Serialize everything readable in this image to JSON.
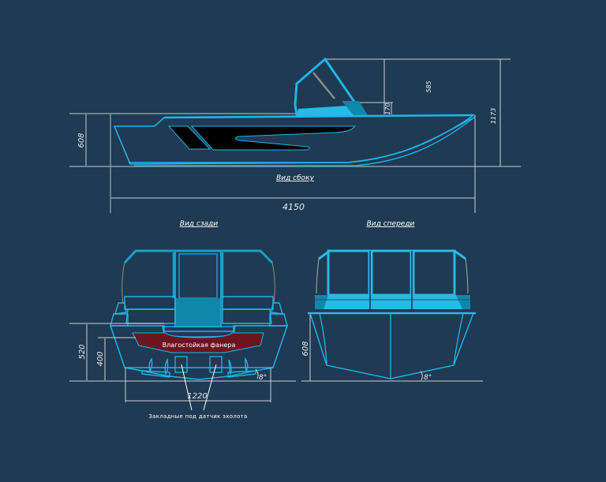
{
  "colors": {
    "background": "#1f3a52",
    "hull_line": "#1fb6e6",
    "hull_fill_light": "#29b9e6",
    "hull_fill_dark": "#0f87a8",
    "plywood": "#6b1520",
    "stripe": "#000000",
    "dimension_line": "#c9d3dc",
    "text": "#ffffff"
  },
  "side_view": {
    "label": "Вид сбоку",
    "dimensions": {
      "length": "4150",
      "hull_height": "608",
      "total_height": "1173",
      "windshield_height": "585",
      "console_height": "170"
    }
  },
  "rear_view": {
    "label": "Вид сзади",
    "plywood_label": "Влагостойкая фанера",
    "transducer_label": "Закладные под датчик эхолота",
    "dimensions": {
      "transom_height": "520",
      "plywood_height": "400",
      "bottom_width": "1220",
      "deadrise_angle": "8°"
    }
  },
  "front_view": {
    "label": "Вид спереди",
    "dimensions": {
      "hull_height": "608",
      "deadrise_angle": "8°"
    }
  }
}
